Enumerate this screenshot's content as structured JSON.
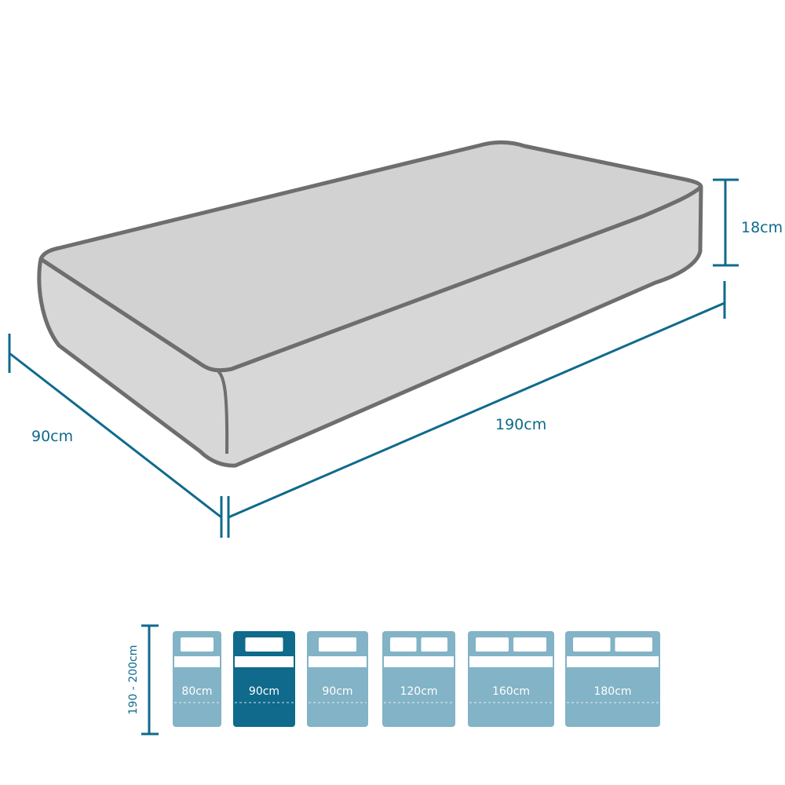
{
  "dimensions": {
    "height_label": "18cm",
    "length_label": "190cm",
    "width_label": "90cm"
  },
  "size_selector": {
    "length_range_label": "190 - 200cm",
    "selected_index": 1,
    "sizes": [
      {
        "label": "80cm",
        "pillows": 1
      },
      {
        "label": "90cm",
        "pillows": 1
      },
      {
        "label": "90cm",
        "pillows": 1
      },
      {
        "label": "120cm",
        "pillows": 2
      },
      {
        "label": "160cm",
        "pillows": 2
      },
      {
        "label": "180cm",
        "pillows": 2
      }
    ]
  },
  "colors": {
    "accent": "#0f6a8c",
    "bed_normal": "#82b3c6",
    "bed_selected": "#0f6a8c",
    "mattress_top": "#d2d2d2",
    "mattress_edge": "#6e6e6e"
  }
}
